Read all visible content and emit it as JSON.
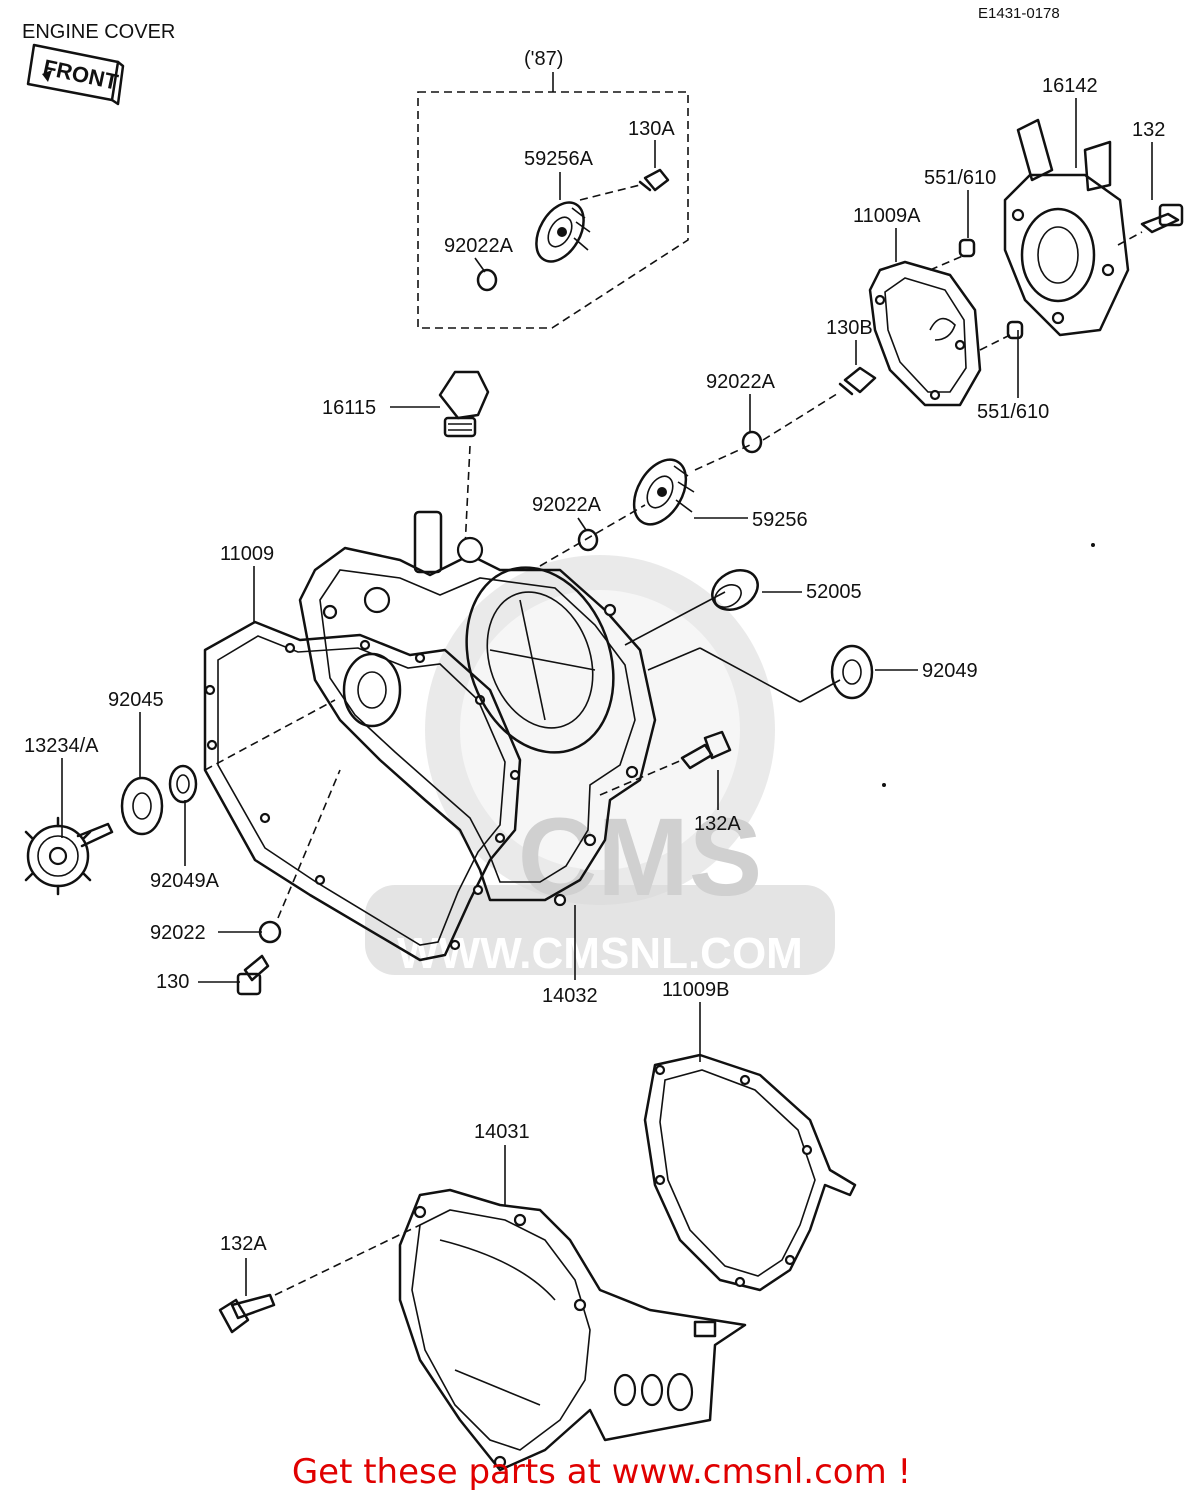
{
  "header": {
    "title": "ENGINE COVER",
    "code": "E1431-0178",
    "front_marker": "FRONT"
  },
  "option_box": {
    "label": "('87)"
  },
  "parts": [
    {
      "id": "130A",
      "label": "130A"
    },
    {
      "id": "59256A",
      "label": "59256A"
    },
    {
      "id": "92022A_top",
      "label": "92022A"
    },
    {
      "id": "16142",
      "label": "16142"
    },
    {
      "id": "132",
      "label": "132"
    },
    {
      "id": "551_610_top",
      "label": "551/610"
    },
    {
      "id": "11009A",
      "label": "11009A"
    },
    {
      "id": "130B",
      "label": "130B"
    },
    {
      "id": "92022A_mid",
      "label": "92022A"
    },
    {
      "id": "551_610_bot",
      "label": "551/610"
    },
    {
      "id": "16115",
      "label": "16115"
    },
    {
      "id": "92022A_low",
      "label": "92022A"
    },
    {
      "id": "59256",
      "label": "59256"
    },
    {
      "id": "11009",
      "label": "11009"
    },
    {
      "id": "52005",
      "label": "52005"
    },
    {
      "id": "92049",
      "label": "92049"
    },
    {
      "id": "92045",
      "label": "92045"
    },
    {
      "id": "13234A",
      "label": "13234/A"
    },
    {
      "id": "132A_mid",
      "label": "132A"
    },
    {
      "id": "92049A",
      "label": "92049A"
    },
    {
      "id": "92022",
      "label": "92022"
    },
    {
      "id": "130",
      "label": "130"
    },
    {
      "id": "14032",
      "label": "14032"
    },
    {
      "id": "11009B",
      "label": "11009B"
    },
    {
      "id": "14031",
      "label": "14031"
    },
    {
      "id": "132A_bot",
      "label": "132A"
    }
  ],
  "watermark": {
    "logo": "CMS",
    "url": "WWW.CMSNL.COM"
  },
  "footer": {
    "text": "Get these parts at www.cmsnl.com !"
  }
}
